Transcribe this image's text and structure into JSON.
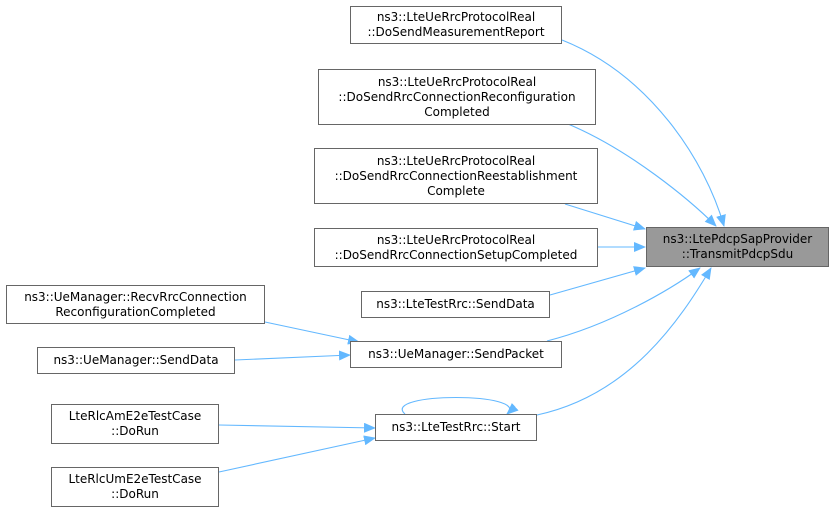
{
  "graph": {
    "edge_color": "#63b8ff",
    "target_fill": "#999999",
    "node_border": "#666666",
    "nodes": [
      {
        "id": "target",
        "lines": [
          "ns3::LtePdcpSapProvider",
          "::TransmitPdcpSdu"
        ]
      },
      {
        "id": "n1",
        "lines": [
          "ns3::LteUeRrcProtocolReal",
          "::DoSendMeasurementReport"
        ]
      },
      {
        "id": "n2",
        "lines": [
          "ns3::LteUeRrcProtocolReal",
          "::DoSendRrcConnectionReconfiguration",
          "Completed"
        ]
      },
      {
        "id": "n3",
        "lines": [
          "ns3::LteUeRrcProtocolReal",
          "::DoSendRrcConnectionReestablishment",
          "Complete"
        ]
      },
      {
        "id": "n4",
        "lines": [
          "ns3::LteUeRrcProtocolReal",
          "::DoSendRrcConnectionSetupCompleted"
        ]
      },
      {
        "id": "n5",
        "lines": [
          "ns3::LteTestRrc::SendData"
        ]
      },
      {
        "id": "n6",
        "lines": [
          "ns3::UeManager::SendPacket"
        ]
      },
      {
        "id": "n7",
        "lines": [
          "ns3::LteTestRrc::Start"
        ]
      },
      {
        "id": "n8",
        "lines": [
          "ns3::UeManager::RecvRrcConnection",
          "ReconfigurationCompleted"
        ]
      },
      {
        "id": "n9",
        "lines": [
          "ns3::UeManager::SendData"
        ]
      },
      {
        "id": "n10",
        "lines": [
          "LteRlcAmE2eTestCase",
          "::DoRun"
        ]
      },
      {
        "id": "n11",
        "lines": [
          "LteRlcUmE2eTestCase",
          "::DoRun"
        ]
      }
    ],
    "edges": [
      {
        "from": "n1",
        "to": "target"
      },
      {
        "from": "n2",
        "to": "target"
      },
      {
        "from": "n3",
        "to": "target"
      },
      {
        "from": "n4",
        "to": "target"
      },
      {
        "from": "n5",
        "to": "target"
      },
      {
        "from": "n6",
        "to": "target"
      },
      {
        "from": "n7",
        "to": "target"
      },
      {
        "from": "n8",
        "to": "n6"
      },
      {
        "from": "n9",
        "to": "n6"
      },
      {
        "from": "n7",
        "to": "n7"
      },
      {
        "from": "n10",
        "to": "n7"
      },
      {
        "from": "n11",
        "to": "n7"
      }
    ]
  }
}
